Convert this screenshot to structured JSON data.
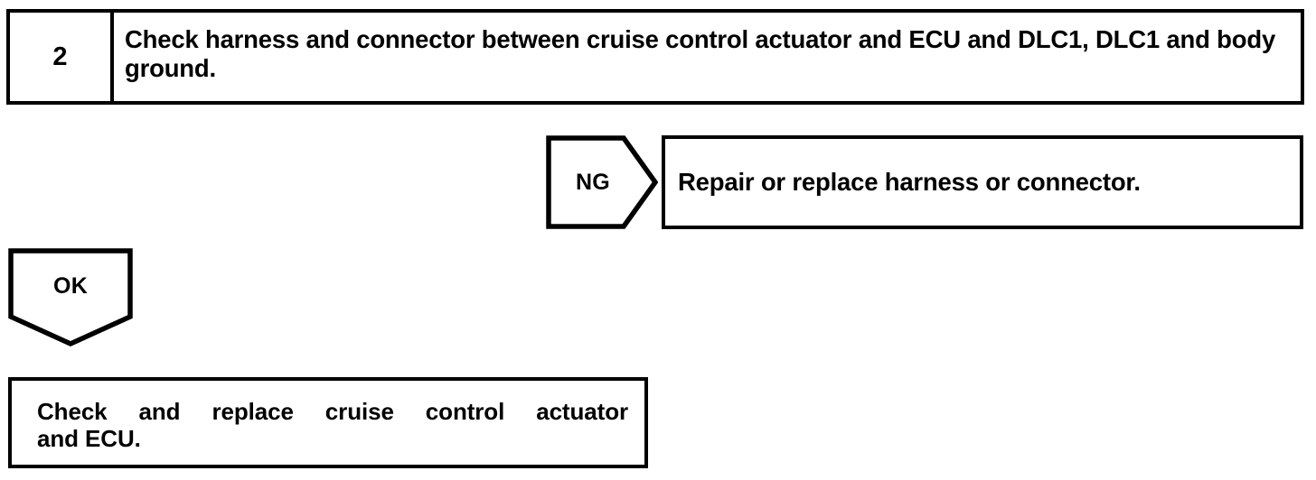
{
  "diagram": {
    "type": "troubleshooting-flowchart",
    "colors": {
      "ink": "#000000",
      "background": "#ffffff"
    },
    "step": {
      "number": "2",
      "instruction_line1": "Check harness and connector between cruise control actuator and ECU and",
      "instruction_line2": "DLC1, DLC1 and body ground."
    },
    "branches": {
      "ng": {
        "label": "NG",
        "result": "Repair or replace harness or connector."
      },
      "ok": {
        "label": "OK",
        "result_line1": "Check and replace cruise control actuator",
        "result_line2": "and ECU."
      }
    }
  }
}
